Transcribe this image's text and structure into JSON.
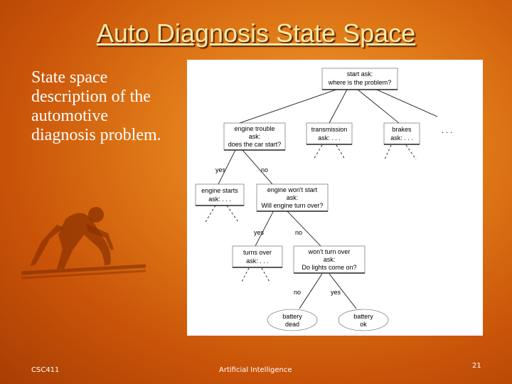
{
  "slide": {
    "title": "Auto Diagnosis State Space",
    "description": "State space description of the automotive diagnosis problem.",
    "footer_left": "CSC411",
    "footer_center": "Artificial Intelligence",
    "page_number": "21",
    "decor_image": "runner-silhouette"
  },
  "diagram": {
    "nodes": {
      "root": [
        "start ask:",
        "where is the problem?"
      ],
      "engine_trouble": [
        "engine trouble",
        "ask:",
        "does the car start?"
      ],
      "transmission": [
        "transmission",
        "ask: . . ."
      ],
      "brakes": [
        "brakes",
        "ask: . . ."
      ],
      "engine_starts": [
        "engine starts",
        "ask: . . ."
      ],
      "engine_wont_start": [
        "engine won't start",
        "ask:",
        "Will engine turn over?"
      ],
      "turns_over": [
        "turns over",
        "ask: . . ."
      ],
      "wont_turn_over": [
        "won't turn over",
        "ask:",
        "Do lights come on?"
      ],
      "battery_dead": [
        "battery",
        "dead"
      ],
      "battery_ok": [
        "battery",
        "ok"
      ]
    },
    "edge_labels": {
      "start_yes": "yes",
      "start_no": "no",
      "turn_yes": "yes",
      "turn_no": "no",
      "lights_no": "no",
      "lights_yes": "yes"
    },
    "more_branches": ". . ."
  }
}
